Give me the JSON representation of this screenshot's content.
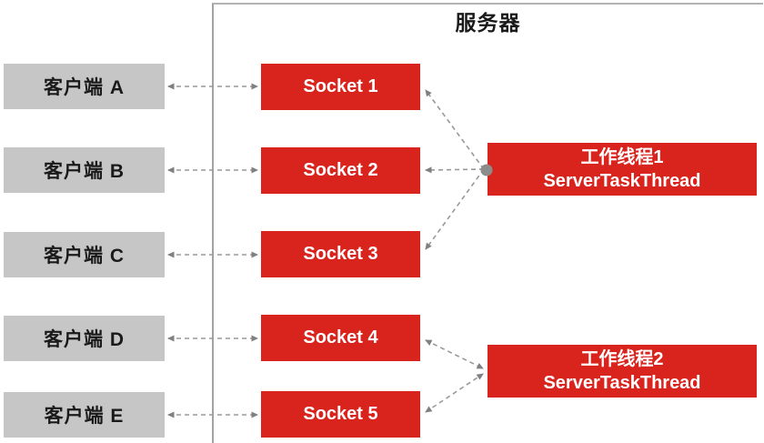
{
  "diagram": {
    "server_label": "服务器",
    "clients": [
      "客户端 A",
      "客户端 B",
      "客户端 C",
      "客户端 D",
      "客户端 E"
    ],
    "sockets": [
      "Socket 1",
      "Socket 2",
      "Socket 3",
      "Socket 4",
      "Socket 5"
    ],
    "workers": [
      {
        "line1": "工作线程1",
        "line2": "ServerTaskThread"
      },
      {
        "line1": "工作线程2",
        "line2": "ServerTaskThread"
      }
    ],
    "colors": {
      "box_red": "#d9241e",
      "box_gray": "#c6c6c6",
      "frame_gray": "#a3a3a3",
      "arrow_gray": "#999999",
      "arrowhead_gray": "#808080",
      "client_text": "#1a1a1a",
      "socket_text": "#ffffff"
    }
  }
}
